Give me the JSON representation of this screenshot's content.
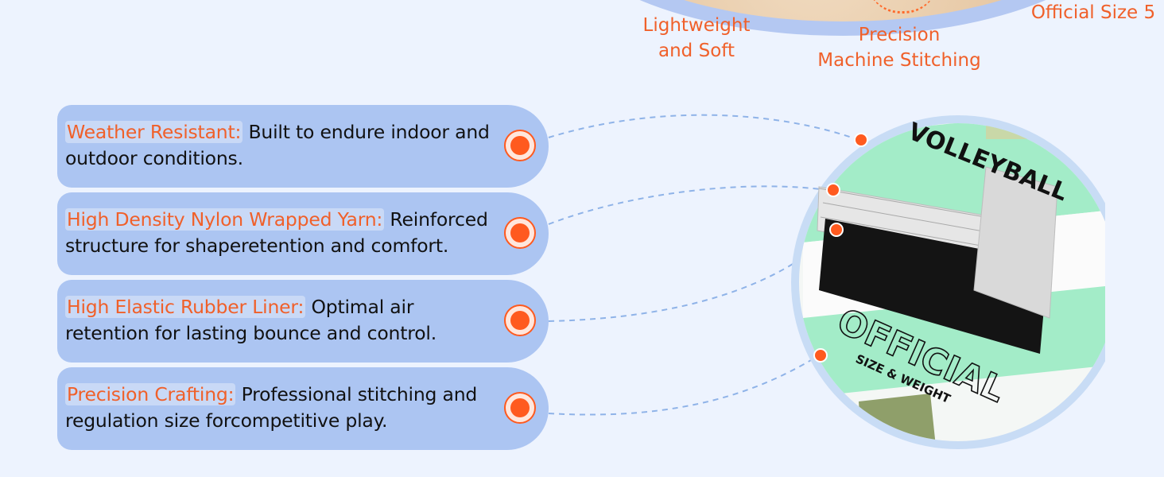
{
  "callouts": {
    "lightweight": "Lightweight\nand Soft",
    "stitching": "Precision\nMachine Stitching",
    "size": "Official Size 5"
  },
  "features": [
    {
      "label": "Weather Resistant:",
      "text": " Built to endure indoor and outdoor conditions."
    },
    {
      "label": "High Density Nylon Wrapped Yarn:",
      "text": " Reinforced structure for shaperetention and comfort."
    },
    {
      "label": "High Elastic Rubber Liner:",
      "text": " Optimal air retention for lasting bounce and control."
    },
    {
      "label": "Precision Crafting:",
      "text": " Professional stitching and regulation size forcompetitive play."
    }
  ],
  "ball": {
    "brand_text": "VOLLEYBALL",
    "official_text": "OFFICIAL",
    "size_weight_text": "SIZE & WEIGHT"
  },
  "colors": {
    "accent": "#f0602a",
    "panel": "#acc5f2",
    "background": "#edf3fe",
    "ball_green": "#9fe8c4",
    "ball_olive": "#8f9f6a"
  }
}
